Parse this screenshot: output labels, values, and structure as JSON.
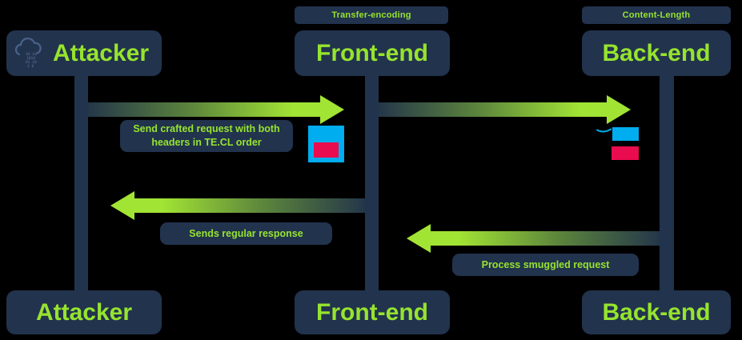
{
  "colors": {
    "background": "#000000",
    "panel_navy": "#22334e",
    "text_green": "#96e42e",
    "arrow_green": "#a2e434",
    "request_cyan": "#00adef",
    "request_red": "#e90c4e",
    "cloud_icon": "#4a6388"
  },
  "headers": {
    "frontend": "Transfer-encoding",
    "backend": "Content-Length"
  },
  "actors": {
    "attacker_top": "Attacker",
    "frontend_top": "Front-end",
    "backend_top": "Back-end",
    "attacker_bottom": "Attacker",
    "frontend_bottom": "Front-end",
    "backend_bottom": "Back-end"
  },
  "messages": {
    "send_request": {
      "from": "Attacker",
      "to": "Front-end",
      "line1": "Send crafted request with both",
      "line2": "headers in TE.CL order"
    },
    "forward_request": {
      "from": "Front-end",
      "to": "Back-end",
      "label": ""
    },
    "regular_response": {
      "from": "Front-end",
      "to": "Attacker",
      "label": "Sends regular response"
    },
    "smuggled_request": {
      "from": "Back-end",
      "to": "Front-end",
      "label": "Process smuggled request"
    }
  },
  "icons": {
    "attacker": "cloud-binary-icon",
    "attacker_binary_rows": [
      "10 10",
      "1010",
      "01 10",
      "1 0"
    ],
    "request_whole": "request-block-icon",
    "request_split": "request-split-icon"
  }
}
